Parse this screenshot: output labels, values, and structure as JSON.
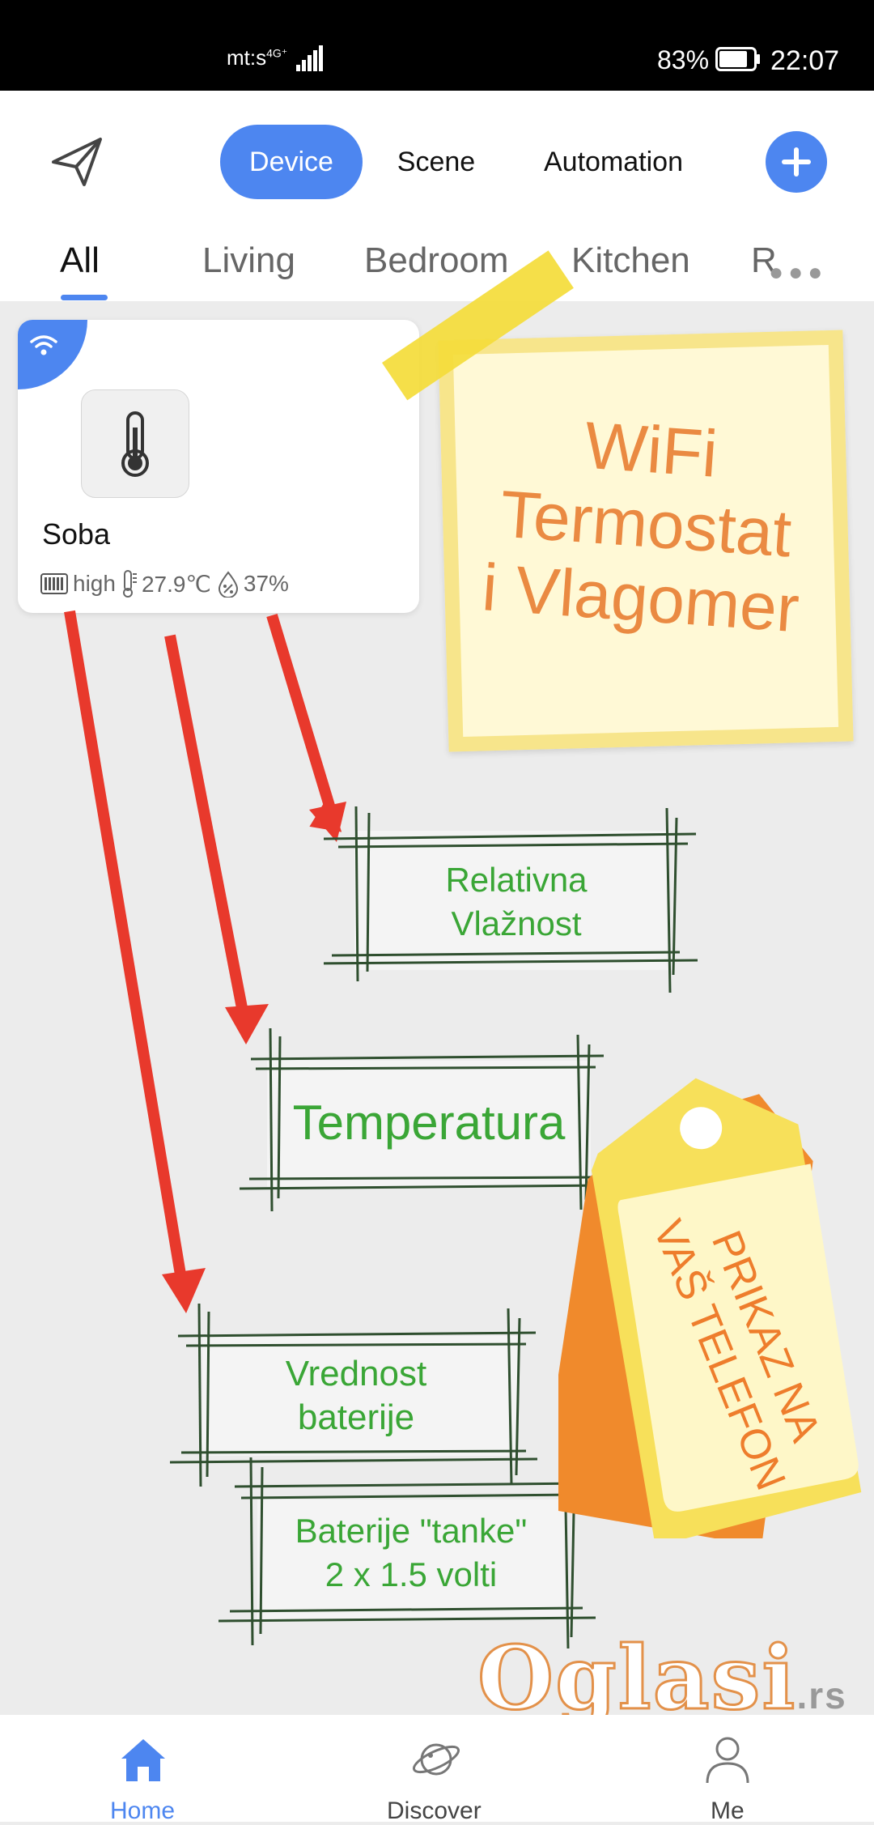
{
  "status_bar": {
    "carrier": "mt:s",
    "network_type": "4G⁺",
    "battery_percent": "83%",
    "battery_level": 0.83,
    "time": "22:07"
  },
  "header": {
    "segments": [
      {
        "label": "Device",
        "active": true
      },
      {
        "label": "Scene",
        "active": false
      },
      {
        "label": "Automation",
        "active": false
      }
    ],
    "send_icon": "paper-plane-icon",
    "add_icon": "plus-icon"
  },
  "room_tabs": [
    {
      "label": "All",
      "active": true
    },
    {
      "label": "Living",
      "active": false
    },
    {
      "label": "Bedroom",
      "active": false
    },
    {
      "label": "Kitchen",
      "active": false
    },
    {
      "label": "R",
      "active": false
    }
  ],
  "device_card": {
    "name": "Soba",
    "battery_text": "high",
    "temperature": "27.9℃",
    "humidity": "37%",
    "device_icon": "thermometer-icon",
    "online_icon": "wifi-icon"
  },
  "overlays": {
    "note": [
      "WiFi",
      "Termostat",
      "i Vlagomer"
    ],
    "humidity_box": [
      "Relativna",
      "Vlažnost"
    ],
    "temperature_box": "Temperatura",
    "battery_box": [
      "Vrednost",
      "baterije"
    ],
    "battery_type_box": [
      "Baterije \"tanke\"",
      "2 x 1.5 volti"
    ],
    "tag": [
      "PRIKAZ NA",
      "VAŠ TELEFON"
    ],
    "watermark": "Oglasi",
    "watermark_tld": ".rs"
  },
  "bottom_nav": [
    {
      "label": "Home",
      "icon": "home-icon",
      "active": true
    },
    {
      "label": "Discover",
      "icon": "planet-icon",
      "active": false
    },
    {
      "label": "Me",
      "icon": "person-icon",
      "active": false
    }
  ],
  "colors": {
    "accent": "#4d86f0",
    "note_text": "#ea8a42",
    "box_text": "#3aa636",
    "arrow": "#e8392c",
    "box_lines": "#2f4f2f"
  }
}
